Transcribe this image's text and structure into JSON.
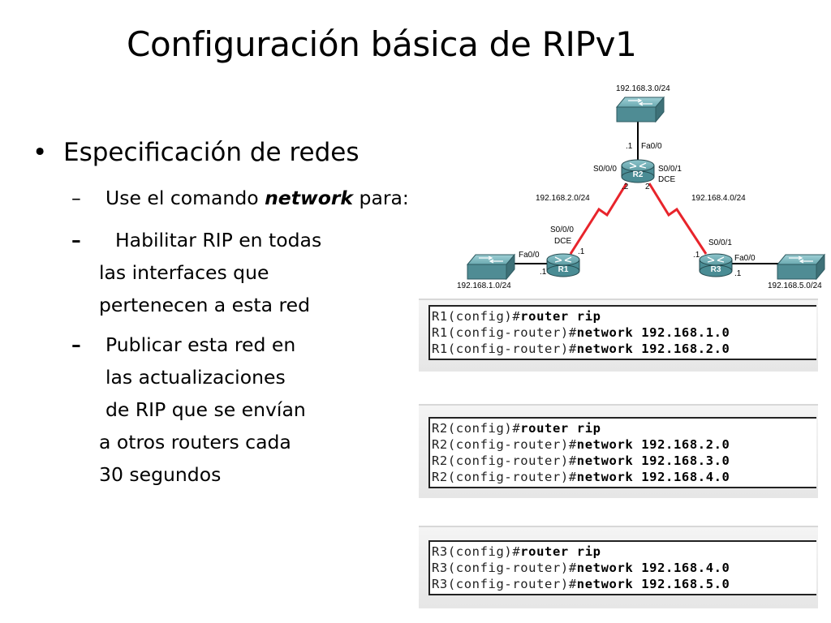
{
  "title": "Configuración básica de RIPv1",
  "bullet": "Especificación de redes",
  "subitems": {
    "a_pre": "Use el comando ",
    "a_bold": "network",
    "a_post": " para:",
    "b1": "Habilitar RIP en todas",
    "b2": "las interfaces que",
    "b3": "pertenecen a esta red",
    "c1": "Publicar esta red en",
    "c2": "las actualizaciones",
    "c3": "de RIP que se envían",
    "c4": "a otros routers cada",
    "c5": "30 segundos"
  },
  "diagram": {
    "routers": {
      "r1": "R1",
      "r2": "R2",
      "r3": "R3"
    },
    "networks": {
      "n1": "192.168.1.0/24",
      "n2": "192.168.2.0/24",
      "n3": "192.168.3.0/24",
      "n4": "192.168.4.0/24",
      "n5": "192.168.5.0/24"
    },
    "labels": {
      "r2_top_ip": ".1",
      "r2_fa": "Fa0/0",
      "r2_s000": "S0/0/0",
      "r2_s001": "S0/0/1",
      "r2_dce": "DCE",
      "r2_ip_left": ".2",
      "r2_ip_right": "2",
      "r1_s000": "S0/0/0",
      "r1_dce": "DCE",
      "r1_ip_serial": ".1",
      "r1_fa": "Fa0/0",
      "r1_ip_lan": ".1",
      "r3_s001": "S0/0/1",
      "r3_ip_serial": ".1",
      "r3_fa": "Fa0/0",
      "r3_ip_lan": ".1"
    }
  },
  "cli": {
    "r1": [
      {
        "prompt": "R1(config)#",
        "cmd": "router rip"
      },
      {
        "prompt": "R1(config-router)#",
        "cmd": "network 192.168.1.0"
      },
      {
        "prompt": "R1(config-router)#",
        "cmd": "network 192.168.2.0"
      }
    ],
    "r2": [
      {
        "prompt": "R2(config)#",
        "cmd": "router rip"
      },
      {
        "prompt": "R2(config-router)#",
        "cmd": "network 192.168.2.0"
      },
      {
        "prompt": "R2(config-router)#",
        "cmd": "network 192.168.3.0"
      },
      {
        "prompt": "R2(config-router)#",
        "cmd": "network 192.168.4.0"
      }
    ],
    "r3": [
      {
        "prompt": "R3(config)#",
        "cmd": "router rip"
      },
      {
        "prompt": "R3(config-router)#",
        "cmd": "network 192.168.4.0"
      },
      {
        "prompt": "R3(config-router)#",
        "cmd": "network 192.168.5.0"
      }
    ]
  },
  "colors": {
    "router_body": "#4a8c94",
    "switch_body": "#5b9aa2",
    "serial_link": "#e8242b",
    "ethernet_link": "#000000"
  }
}
